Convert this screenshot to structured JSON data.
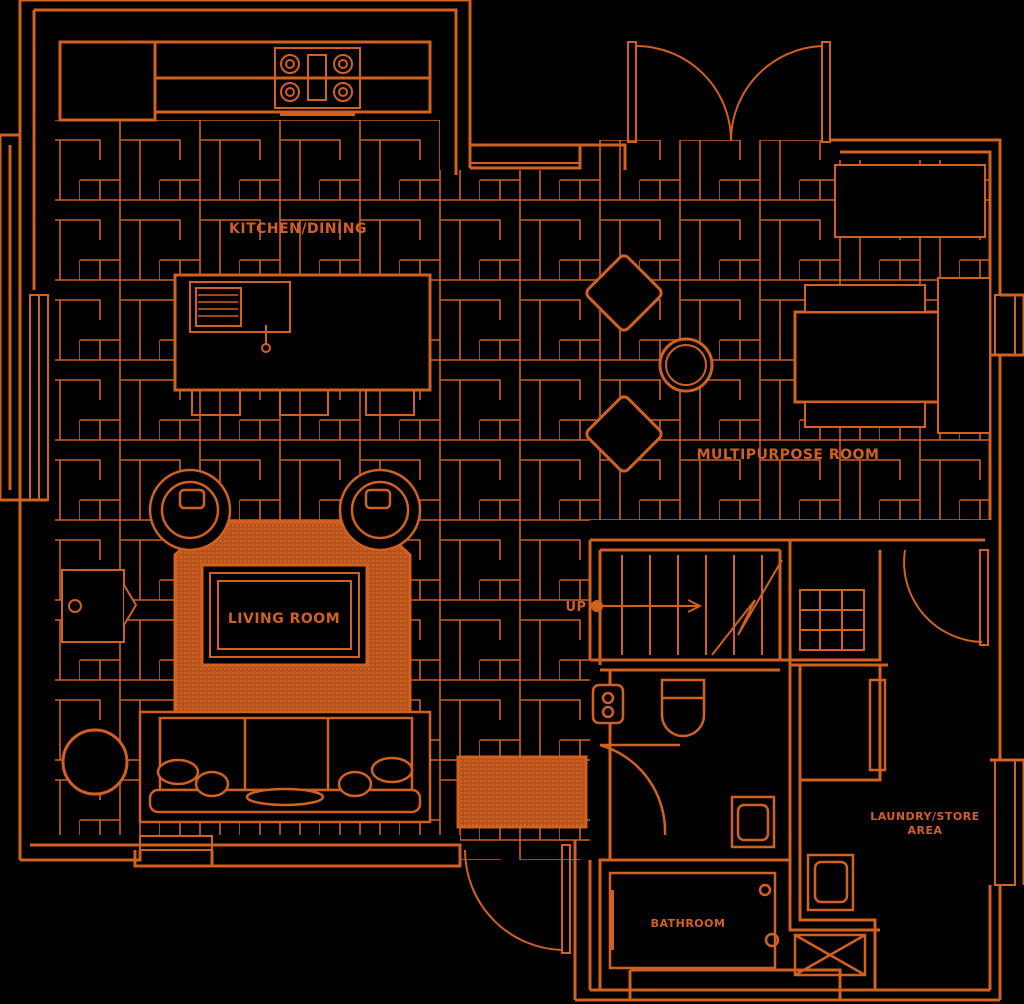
{
  "colors": {
    "background": "#000000",
    "line": "#d2601f"
  },
  "labels": {
    "kitchen": "KITCHEN/DINING",
    "multipurpose": "MULTIPURPOSE ROOM",
    "living": "LIVING ROOM",
    "laundry_line1": "LAUNDRY/STORE",
    "laundry_line2": "AREA",
    "bathroom": "BATHROOM",
    "stairs_up": "UP"
  }
}
